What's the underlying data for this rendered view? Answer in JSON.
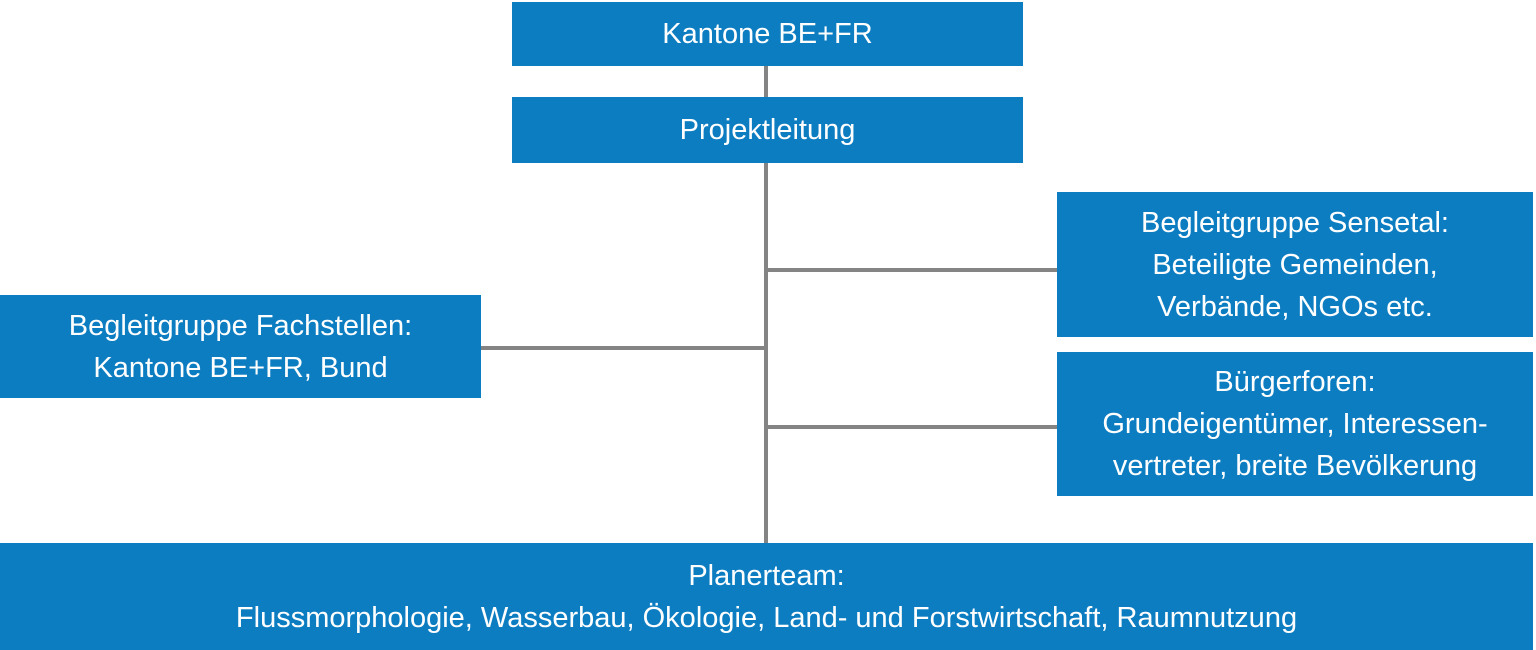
{
  "colors": {
    "background": "#ffffff",
    "box_bg": "#0d7dc2",
    "box_text": "#ffffff",
    "connector": "#848484"
  },
  "diagram": {
    "type": "org-chart",
    "nodes": {
      "kantone": {
        "lines": [
          "Kantone BE+FR"
        ]
      },
      "projektleitung": {
        "lines": [
          "Projektleitung"
        ]
      },
      "fachstellen": {
        "lines": [
          "Begleitgruppe Fachstellen:",
          "Kantone BE+FR, Bund"
        ]
      },
      "sensetal": {
        "lines": [
          "Begleitgruppe Sensetal:",
          "Beteiligte Gemeinden,",
          "Verbände, NGOs etc."
        ]
      },
      "buergerforen": {
        "lines": [
          "Bürgerforen:",
          "Grundeigentümer, Interessen-",
          "vertreter, breite Bevölkerung"
        ]
      },
      "planerteam": {
        "lines": [
          "Planerteam:",
          "Flussmorphologie, Wasserbau, Ökologie, Land- und Forstwirtschaft, Raumnutzung"
        ]
      }
    },
    "edges": [
      "kantone -> projektleitung",
      "projektleitung -> sensetal",
      "projektleitung -> fachstellen",
      "projektleitung -> buergerforen",
      "projektleitung -> planerteam"
    ]
  }
}
